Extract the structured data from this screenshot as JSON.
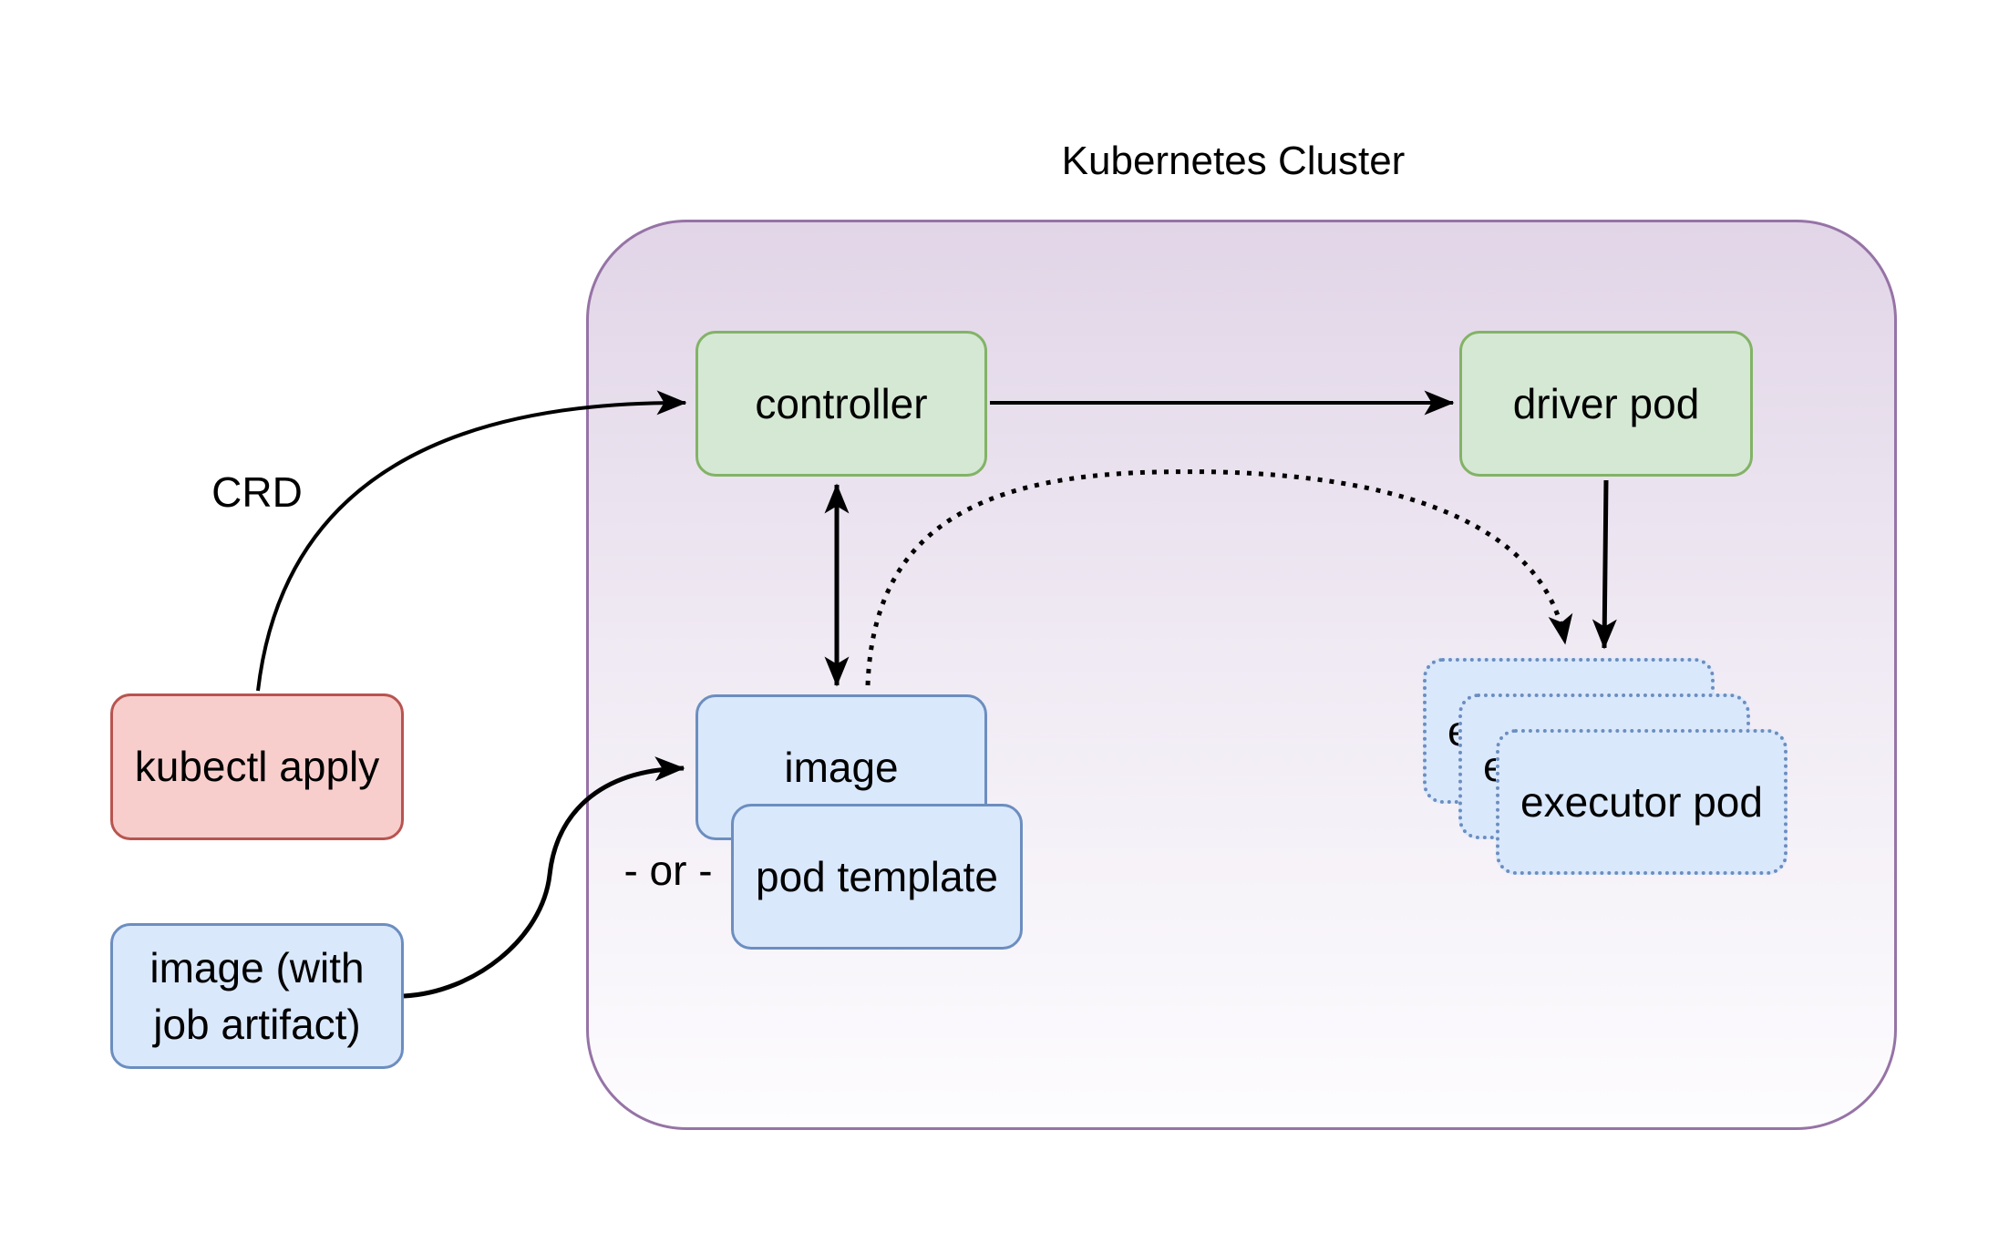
{
  "diagram": {
    "title": "Kubernetes Cluster"
  },
  "nodes": {
    "controller": {
      "label": "controller"
    },
    "driver_pod": {
      "label": "driver pod"
    },
    "kubectl_apply": {
      "label": "kubectl apply"
    },
    "image_artifact": {
      "line1": "image (with",
      "line2": "job artifact)"
    },
    "image": {
      "label": "image"
    },
    "pod_template": {
      "label": "pod template"
    },
    "executor_back": {
      "label": "executor pod"
    },
    "executor_middle": {
      "label": "executor pod"
    },
    "executor_front": {
      "label": "executor pod"
    }
  },
  "edge_labels": {
    "crd": "CRD",
    "or": "- or -"
  },
  "edges": [
    {
      "from": "kubectl_apply",
      "to": "controller",
      "style": "solid-curve",
      "label": "CRD"
    },
    {
      "from": "controller",
      "to": "driver_pod",
      "style": "solid"
    },
    {
      "from": "controller",
      "to": "image",
      "style": "solid-double-arrow"
    },
    {
      "from": "image",
      "to": "executor_pods",
      "style": "dotted-curve"
    },
    {
      "from": "driver_pod",
      "to": "executor_pods",
      "style": "solid"
    },
    {
      "from": "image_artifact",
      "to": "image",
      "style": "solid-curve"
    }
  ],
  "colors": {
    "cluster_border": "#9673a6",
    "cluster_fill_top": "#e1d5e7",
    "cluster_fill_bottom": "#fdfcfe",
    "green_fill": "#d5e8d4",
    "green_border": "#82b366",
    "red_fill": "#f8cecc",
    "red_border": "#b85450",
    "blue_fill": "#dae8fc",
    "blue_border": "#6c8ebf",
    "arrow": "#000000",
    "text": "#000000"
  }
}
